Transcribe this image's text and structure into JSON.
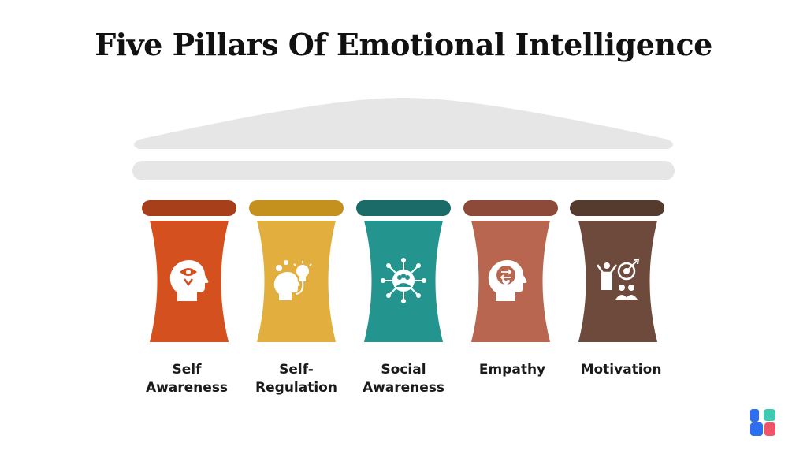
{
  "title": "Five Pillars Of Emotional Intelligence",
  "colors": {
    "roof": "#e6e6e6",
    "text": "#1a1a1a"
  },
  "pillars": [
    {
      "label_line1": "Self",
      "label_line2": "Awareness",
      "body_color": "#d4501e",
      "cap_color": "#a7401a",
      "icon": "head-eye-icon"
    },
    {
      "label_line1": "Self-",
      "label_line2": "Regulation",
      "body_color": "#e2ae3e",
      "cap_color": "#c4911f",
      "icon": "head-lightbulb-icon"
    },
    {
      "label_line1": "Social",
      "label_line2": "Awareness",
      "body_color": "#24948f",
      "cap_color": "#1b6c69",
      "icon": "network-people-icon"
    },
    {
      "label_line1": "Empathy",
      "label_line2": "",
      "body_color": "#b96650",
      "cap_color": "#8e4a39",
      "icon": "head-heart-exchange-icon"
    },
    {
      "label_line1": "Motivation",
      "label_line2": "",
      "body_color": "#6e4a3c",
      "cap_color": "#553a2e",
      "icon": "target-achievement-icon"
    }
  ]
}
